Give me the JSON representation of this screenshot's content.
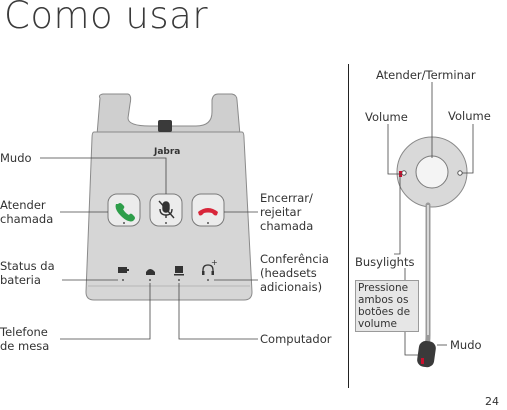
{
  "title": "Como usar",
  "base": {
    "brand": "Jabra",
    "labels": {
      "mute": "Mudo",
      "answer": [
        "Atender",
        "chamada"
      ],
      "end_reject": [
        "Encerrar/",
        "rejeitar",
        "chamada"
      ],
      "battery_status": [
        "Status da",
        "bateria"
      ],
      "conference": [
        "Conferência",
        "(headsets",
        "adicionais)"
      ],
      "desk_phone": [
        "Telefone",
        "de mesa"
      ],
      "computer": "Computador"
    }
  },
  "headset": {
    "labels": {
      "answer_end": "Atender/Terminar",
      "volume_left": "Volume",
      "volume_right": "Volume",
      "busylights": "Busylights",
      "mute": "Mudo"
    },
    "note": [
      "Pressione",
      "ambos os",
      "botões de",
      "volume"
    ]
  },
  "page_number": "24",
  "colors": {
    "answer_green": "#2e9e4a",
    "end_red": "#d8263a",
    "base_gray": "#d4d4d4",
    "busylight_red": "#c8102e"
  },
  "icons": [
    "phone-answer-icon",
    "mic-mute-icon",
    "phone-end-icon",
    "battery-icon",
    "desk-phone-icon",
    "computer-icon",
    "conference-headset-icon"
  ]
}
